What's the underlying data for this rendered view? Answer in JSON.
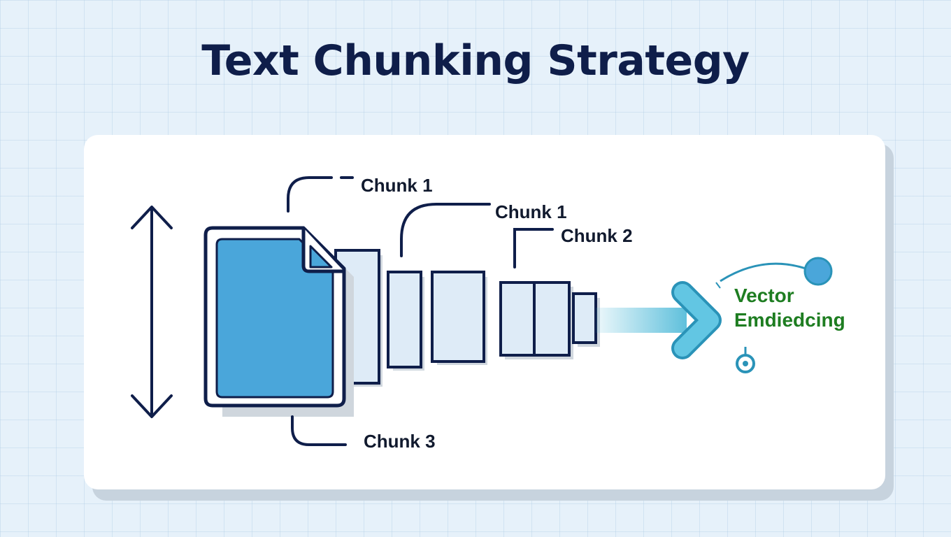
{
  "title": "Text Chunking Strategy",
  "labels": {
    "chunk_top": "Chunk 1",
    "chunk_mid": "Chunk 1",
    "chunk_2": "Chunk 2",
    "chunk_3": "Chunk 3",
    "vector_line1": "Vector",
    "vector_line2": "Emdiedcing"
  },
  "icons": [
    "vertical-double-arrow-icon",
    "document-icon",
    "right-arrow-icon",
    "node-icon",
    "pin-icon"
  ],
  "colors": {
    "navy": "#0f1e4a",
    "doc_blue": "#4aa6da",
    "chunk_fill": "#deebf7",
    "arrow_teal": "#4db9d8",
    "label_green": "#1e7d21"
  }
}
